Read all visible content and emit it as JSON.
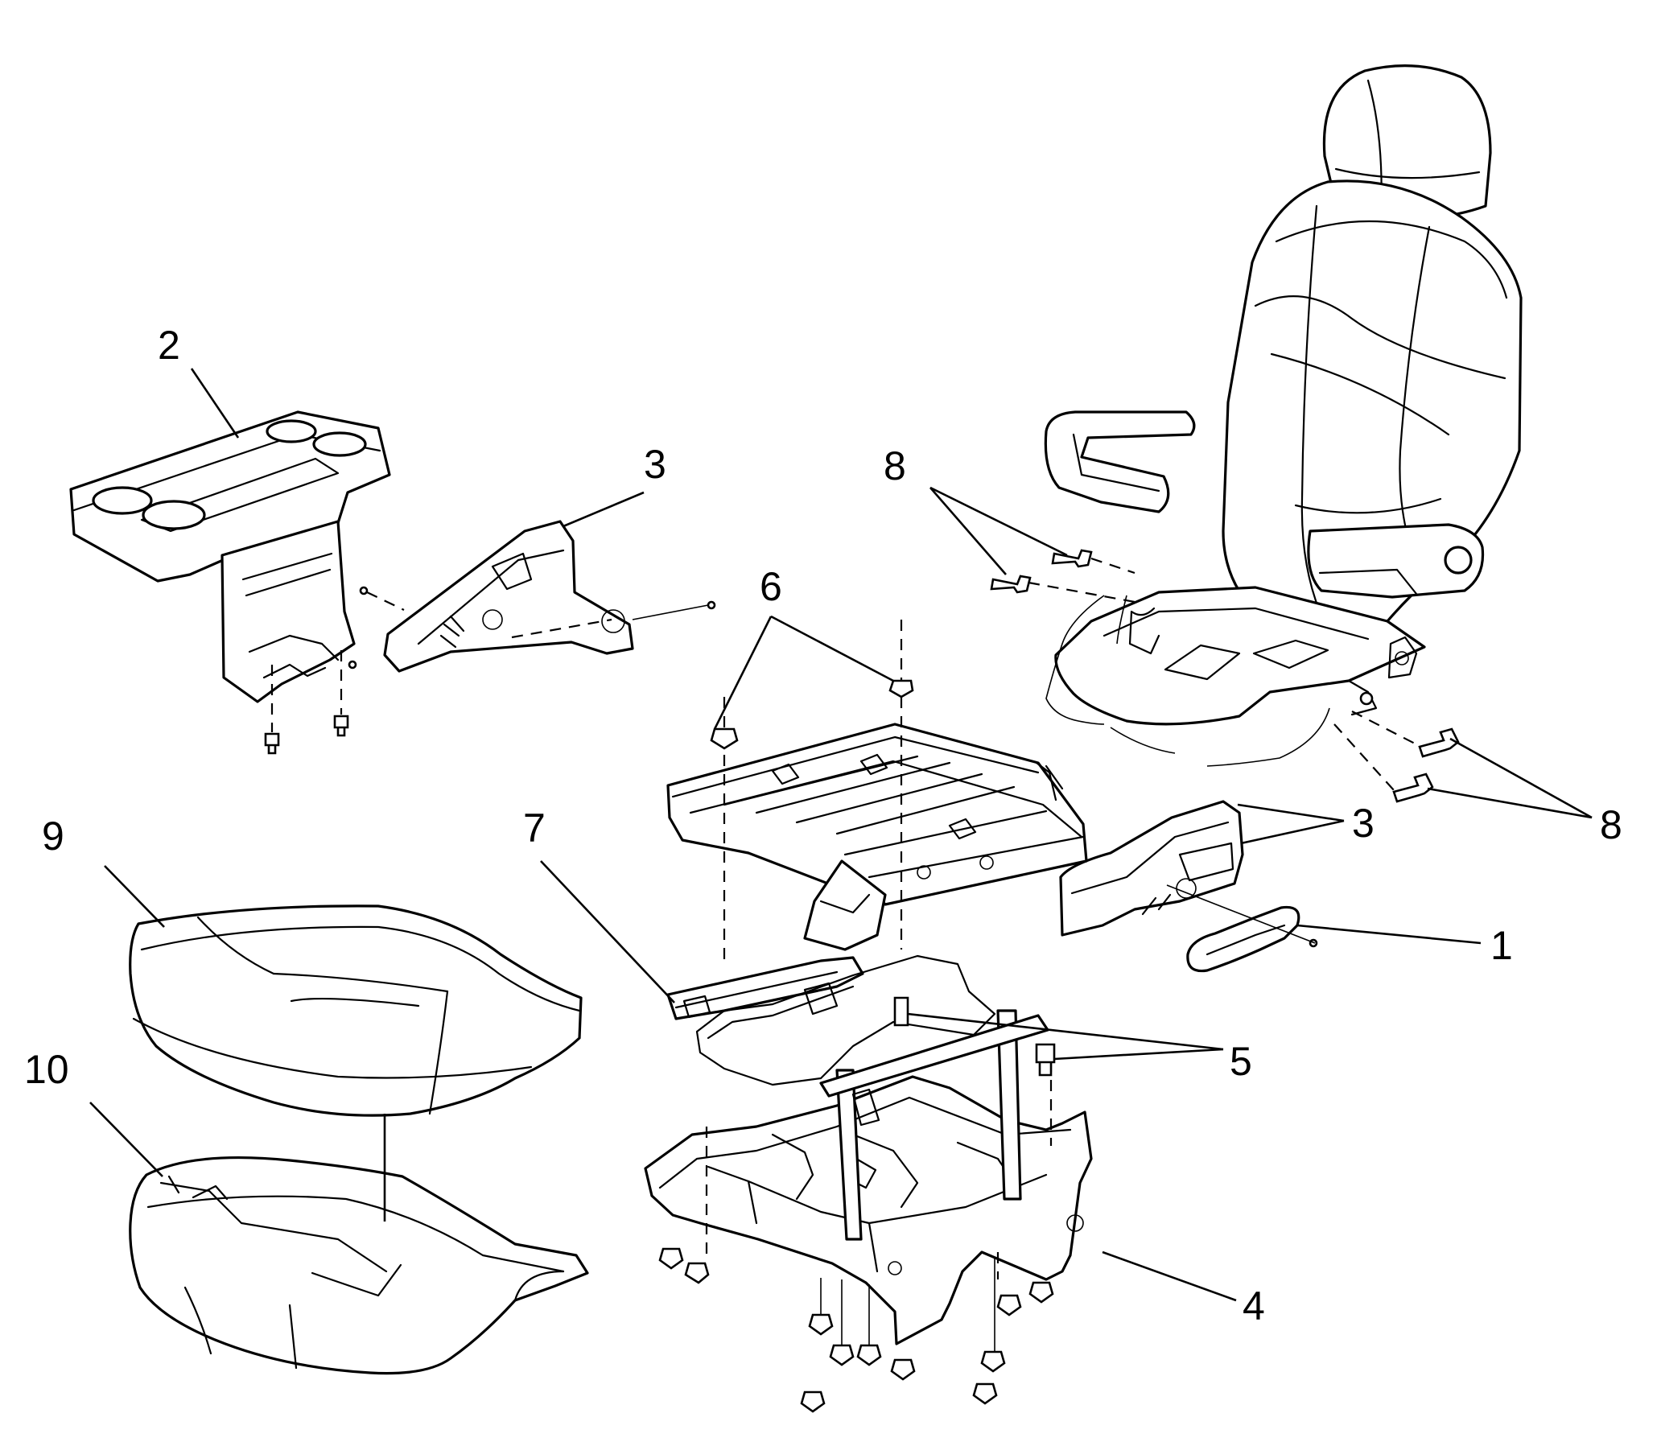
{
  "callouts": {
    "c1": "1",
    "c2": "2",
    "c3a": "3",
    "c3b": "3",
    "c4": "4",
    "c5": "5",
    "c6": "6",
    "c7": "7",
    "c8a": "8",
    "c8b": "8",
    "c9": "9",
    "c10": "10"
  }
}
